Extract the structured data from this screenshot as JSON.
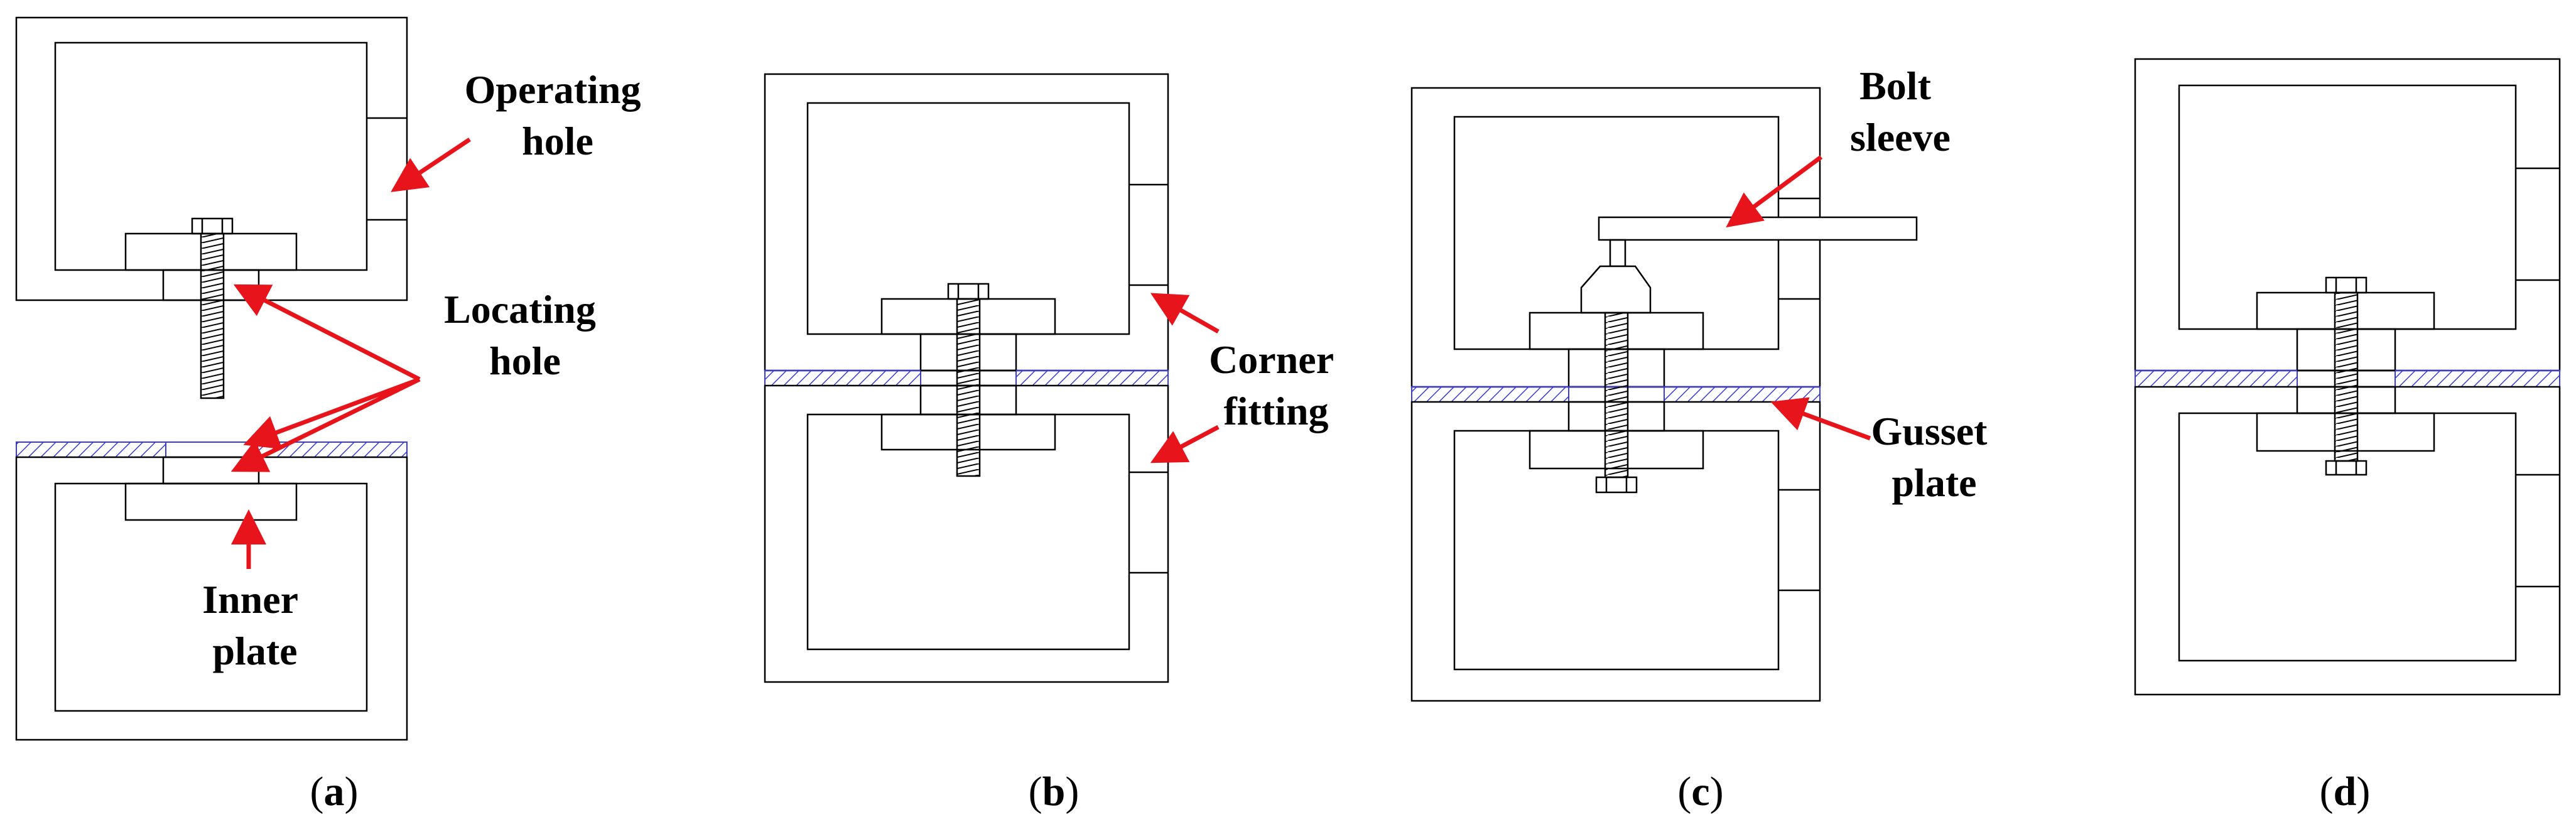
{
  "labels": {
    "operating_hole": [
      "Operating",
      "hole"
    ],
    "locating_hole": [
      "Locating",
      "hole"
    ],
    "inner_plate": [
      "Inner",
      "plate"
    ],
    "corner_fitting": [
      "Corner",
      "fitting"
    ],
    "bolt_sleeve": [
      "Bolt",
      "sleeve"
    ],
    "gusset_plate": [
      "Gusset",
      "plate"
    ]
  },
  "captions": {
    "a": {
      "open": "(",
      "letter": "a",
      "close": ")"
    },
    "b": {
      "open": "(",
      "letter": "b",
      "close": ")"
    },
    "c": {
      "open": "(",
      "letter": "c",
      "close": ")"
    },
    "d": {
      "open": "(",
      "letter": "d",
      "close": ")"
    }
  },
  "colors": {
    "arrow": "#e8141b",
    "hatch": "#3a3ad8",
    "stroke": "#000000"
  }
}
